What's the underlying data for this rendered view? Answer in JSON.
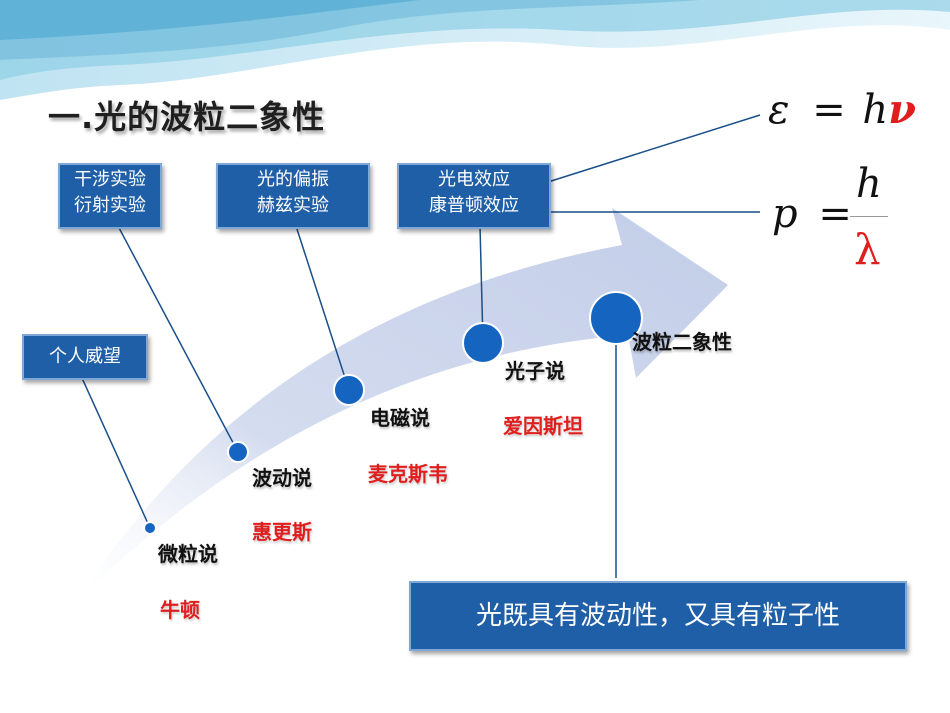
{
  "title": "一.光的波粒二象性",
  "boxes": {
    "interference": [
      "干涉实验",
      "衍射实验"
    ],
    "polarization": [
      "光的偏振",
      "赫兹实验"
    ],
    "photoelectric": [
      "光电效应",
      "康普顿效应"
    ],
    "prestige": "个人威望"
  },
  "stages": [
    {
      "theory": "微粒说",
      "person": "牛顿"
    },
    {
      "theory": "波动说",
      "person": "惠更斯"
    },
    {
      "theory": "电磁说",
      "person": "麦克斯韦"
    },
    {
      "theory": "光子说",
      "person": "爱因斯坦"
    },
    {
      "theory": "波粒二象性",
      "person": ""
    }
  ],
  "conclusion": "光既具有波动性，又具有粒子性",
  "formulas": {
    "energy": {
      "lhs": "ε",
      "eq": "=",
      "h": "h",
      "nu": "ν"
    },
    "momentum": {
      "lhs": "p",
      "eq": "=",
      "num": "h",
      "den": "λ"
    }
  },
  "colors": {
    "box": "#1f5fa8",
    "dot": "#1565c0",
    "person": "#e01e1e",
    "accent_red": "#e01e1e",
    "arrow": "#c9d3ea"
  }
}
